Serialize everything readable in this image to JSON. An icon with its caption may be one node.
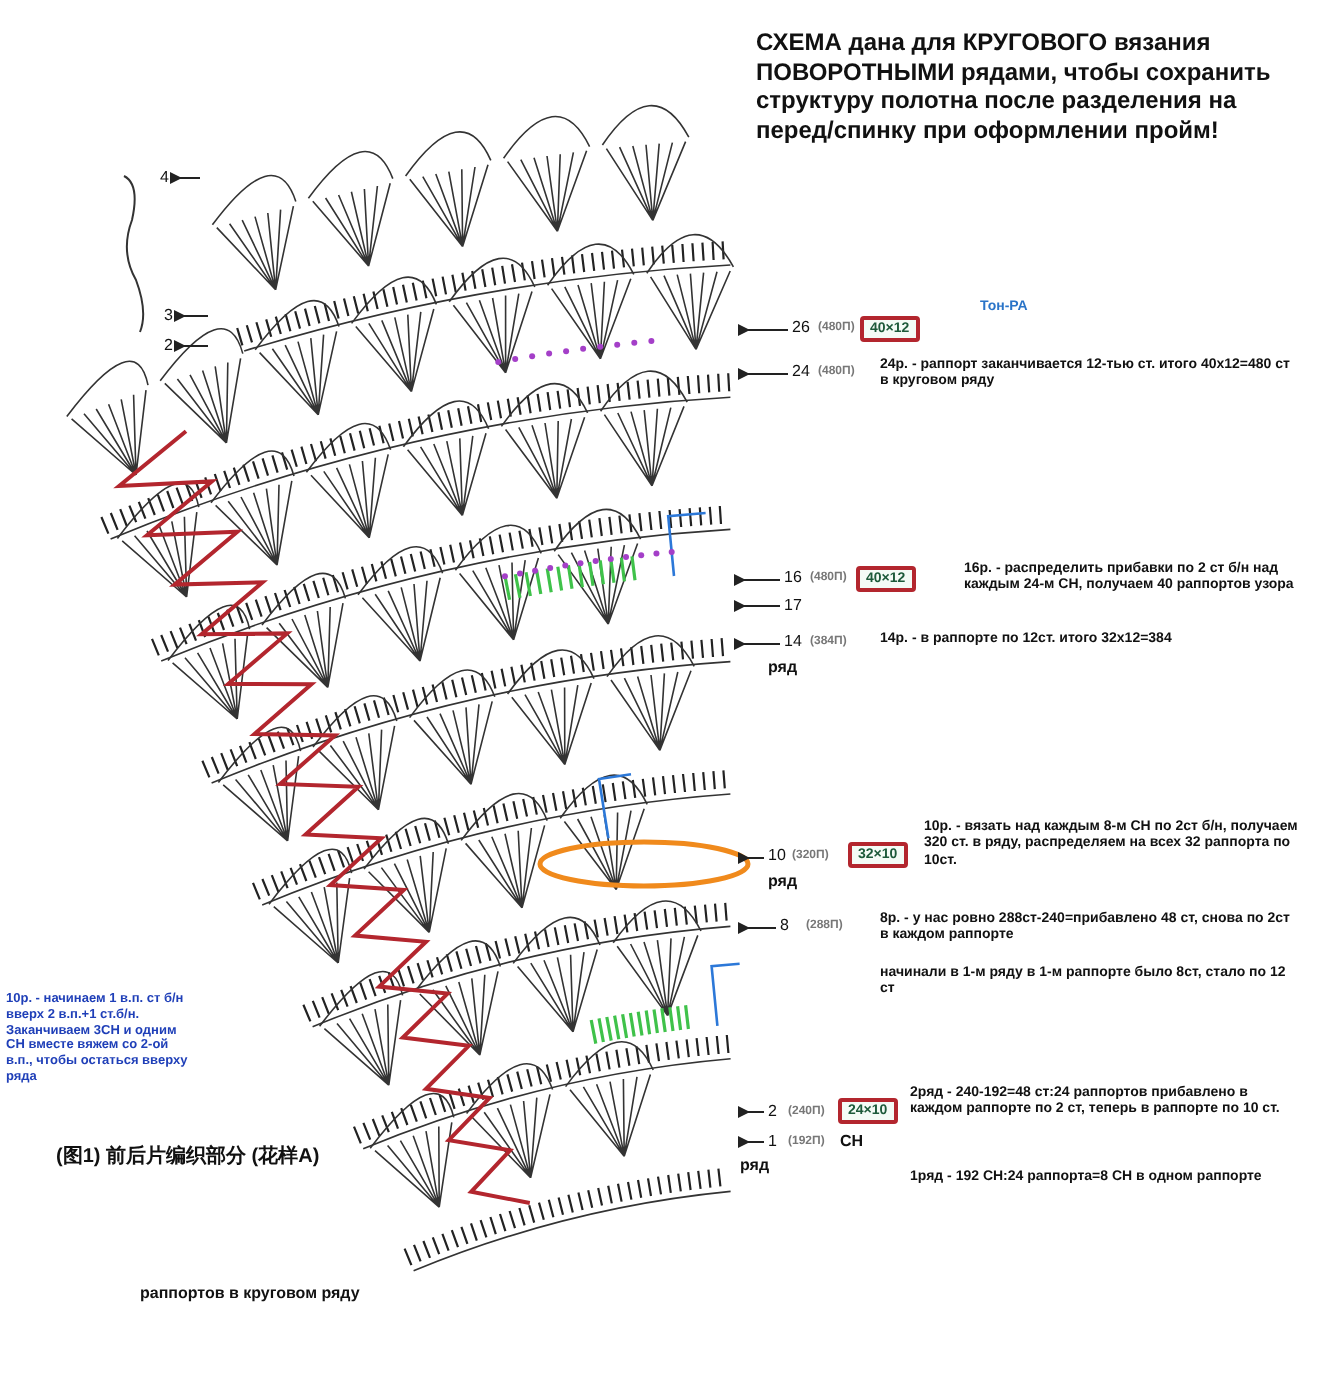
{
  "diagram": {
    "title": "СХЕМА дана для КРУГОВОГО вязания ПОВОРОТНЫМИ рядами, чтобы сохранить структуру полотна после разделения на перед/спинку при оформлении пройм!",
    "nodes": [
      {
        "text": [
          "40×12"
        ]
      },
      {
        "text": [
          "40×12"
        ]
      },
      {
        "text": [
          "32×10"
        ]
      },
      {
        "text": [
          "24×10"
        ]
      }
    ],
    "labels": [
      "Тон-РА",
      "26",
      "(480П)",
      "24",
      "(480П)",
      "24р. - раппорт заканчивается 12-тью ст. итого 40х12=480 ст в круговом ряду",
      "16",
      "(480П)",
      "16р. - распределить прибавки по 2 ст б/н над каждым 24-м СН, получаем 40 раппортов узора",
      "17",
      "14",
      "(384П)",
      "14р. - в раппорте по 12ст. итого 32х12=384",
      "ряд",
      "4",
      "3",
      "2",
      "10",
      "(320П)",
      "ряд",
      "10р. - вязать над каждым 8-м СН по 2ст б/н, получаем 320 ст. в ряду, распределяем на всех 32 раппорта по 10ст.",
      "8",
      "(288П)",
      "8р. - у нас ровно 288ст-240=прибавлено 48 ст, снова по 2ст в каждом раппорте",
      "начинали в 1-м ряду в 1-м раппорте было 8ст, стало по 12 ст",
      "10р. - начинаем 1 в.п. ст б/н вверх 2 в.п.+1 ст.б/н. Заканчиваем 3СН и одним СН вместе вяжем со 2-ой в.п., чтобы остаться вверху ряда",
      "(图1) 前后片编织部分 (花样A)",
      "2",
      "(240П)",
      "2ряд - 240-192=48 ст:24 раппортов прибавлено в каждом раппорте по 2 ст, теперь в раппорте по 10 ст.",
      "1",
      "(192П)",
      "СН",
      "ряд",
      "1ряд - 192 СН:24 раппорта=8 СН в одном раппорте",
      "раппортов в круговом ряду"
    ]
  }
}
